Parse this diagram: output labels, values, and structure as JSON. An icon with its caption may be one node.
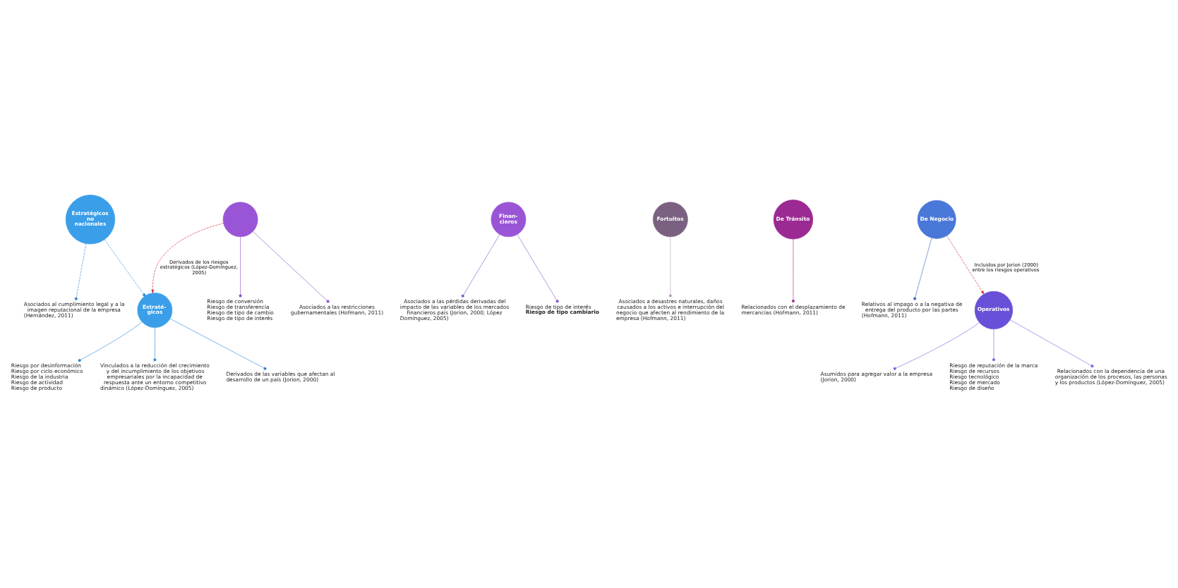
{
  "diagram": {
    "nodes": [
      {
        "text": [
          "Estraté- gicos"
        ]
      },
      {
        "text": [
          "Riesgo por desinformación",
          "Riesgo por ciclo económico",
          "Riesgo de la industria",
          "Riesgo de actividad",
          "Riesgo de producto"
        ]
      },
      {
        "text": [
          "Vinculados a la reducción del crecimiento y del incumplimiento de los objetivos empresariales por la incapacidad de respuesta ante un entorno competitivo dinámico (López-Domínguez, 2005)"
        ]
      },
      {
        "text": [
          "Derivados de las variables que afectan al desarrollo de un país (Jorion, 2000)"
        ]
      },
      {
        "text": [
          "Estratégicos no nacionales"
        ]
      },
      {
        "text": [
          "Asociados al cumplimiento legal y a la imagen reputacional de la empresa (Hernández, 2011)"
        ]
      },
      {
        "text": [
          "Finan- cieros"
        ]
      },
      {
        "text": [
          "Asociados a las pérdidas derivadas del impacto de las variables de los mercados financieros país (Jorion, 2000; López Domínguez, 2005)"
        ]
      },
      {
        "text": [
          "Riesgo de tipo de interés",
          "Riesgo de tipo cambiario"
        ]
      },
      {
        "text": [],
        "shape": "circle"
      },
      {
        "text": [
          "Asociados a las restricciones gubernamentales (Hofmann, 2011)"
        ]
      },
      {
        "text": [
          "Riesgo de conversión",
          "Riesgo de transferencia",
          "Riesgo de tipo de cambio",
          "Riesgo de tipo de interés"
        ]
      },
      {
        "text": [
          "Fortuitos"
        ]
      },
      {
        "text": [
          "Asociados a desastres naturales, daños causados a los activos e interrupción del negocio que afecten al rendimiento de la empresa (Hofmann, 2011)"
        ]
      },
      {
        "text": [
          "De Tránsito"
        ]
      },
      {
        "text": [
          "Relacionados con el desplazamiento de mercancías (Hofmann, 2011)"
        ]
      },
      {
        "text": [
          "De Negocio"
        ]
      },
      {
        "text": [
          "Relativos al impago o a la negativa de entrega del producto por las partes (Hofmann, 2011)"
        ]
      },
      {
        "text": [
          "Operativos"
        ]
      },
      {
        "text": [
          "Asumidos para agregar valor a la empresa (Jorion, 2000)"
        ]
      },
      {
        "text": [
          "Riesgo de reputación de la marca",
          "Riesgo de recursos",
          "Riesgo tecnológico",
          "Riesgo de mercado",
          "Riesgo de diseño"
        ]
      },
      {
        "text": [
          "Relacionados con la dependencia de una organización de los procesos, las personas y los productos (López-Domínguez, 2005)"
        ]
      }
    ],
    "edges": [
      {
        "from": 0,
        "to": 1,
        "arrow": "other",
        "color": "#2f86d6"
      },
      {
        "from": 0,
        "to": 2,
        "arrow": "other",
        "color": "#2f86d6"
      },
      {
        "from": 0,
        "to": 3,
        "arrow": "other",
        "color": "#2f86d6"
      },
      {
        "from": 4,
        "to": 0,
        "arrow": "other",
        "style": "dashed",
        "color": "#2f86d6"
      },
      {
        "from": 4,
        "to": 5,
        "arrow": "other",
        "style": "dashed",
        "color": "#2f86d6"
      },
      {
        "from": 6,
        "to": 7,
        "arrow": "other",
        "color": "#8a4fc8"
      },
      {
        "from": 6,
        "to": 8,
        "arrow": "other",
        "color": "#8a4fc8"
      },
      {
        "from": 9,
        "to": 10,
        "arrow": "other",
        "color": "#8a4fc8"
      },
      {
        "from": 9,
        "to": 11,
        "arrow": "other",
        "color": "#8a4fc8"
      },
      {
        "from": 9,
        "to": 0,
        "arrow": "to",
        "style": "dashed",
        "color": "#d0202a",
        "label": "Derivados de los riesgos estratégicos (López-Domínguez, 2005)"
      },
      {
        "from": 12,
        "to": 13,
        "arrow": "other",
        "color": "#b49cb8"
      },
      {
        "from": 14,
        "to": 15,
        "arrow": "other",
        "color": "#9b2a92"
      },
      {
        "from": 16,
        "to": 17,
        "arrow": "other",
        "color": "#3a62c8"
      },
      {
        "from": 16,
        "to": 18,
        "arrow": "to",
        "style": "dashed",
        "color": "#d0202a",
        "label": "Incluidos por Jorion (2000) entre los riesgos operativos"
      },
      {
        "from": 18,
        "to": 19,
        "arrow": "other",
        "color": "#7a62e0"
      },
      {
        "from": 18,
        "to": 20,
        "arrow": "other",
        "color": "#7a62e0"
      },
      {
        "from": 18,
        "to": 21,
        "arrow": "other",
        "color": "#7a62e0"
      }
    ]
  }
}
